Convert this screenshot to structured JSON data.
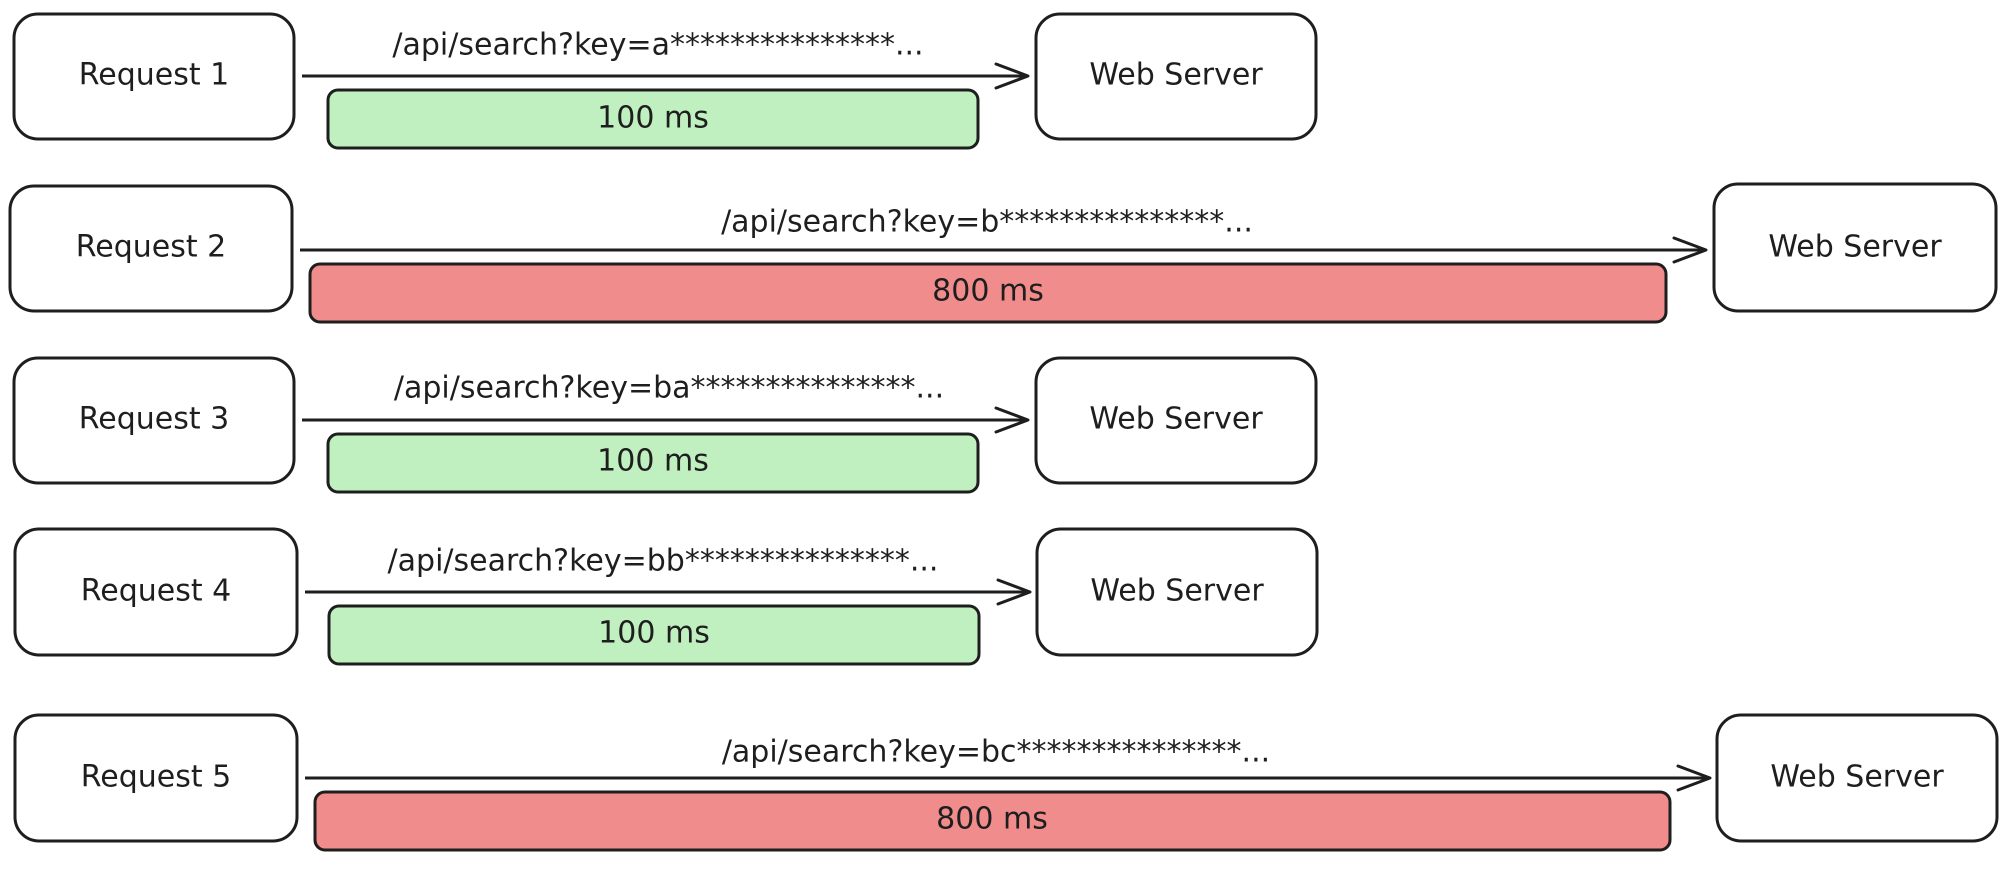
{
  "rows": [
    {
      "request_label": "Request 1",
      "url": "/api/search?key=a***************...",
      "duration": "100 ms",
      "duration_ms": 100,
      "server_label": "Web Server",
      "status_color": "#c0f0c0"
    },
    {
      "request_label": "Request 2",
      "url": "/api/search?key=b***************...",
      "duration": "800 ms",
      "duration_ms": 800,
      "server_label": "Web Server",
      "status_color": "#f08c8c"
    },
    {
      "request_label": "Request 3",
      "url": "/api/search?key=ba***************...",
      "duration": "100 ms",
      "duration_ms": 100,
      "server_label": "Web Server",
      "status_color": "#c0f0c0"
    },
    {
      "request_label": "Request 4",
      "url": "/api/search?key=bb***************...",
      "duration": "100 ms",
      "duration_ms": 100,
      "server_label": "Web Server",
      "status_color": "#c0f0c0"
    },
    {
      "request_label": "Request 5",
      "url": "/api/search?key=bc***************...",
      "duration": "800 ms",
      "duration_ms": 800,
      "server_label": "Web Server",
      "status_color": "#f08c8c"
    }
  ],
  "colors": {
    "stroke": "#1e1e1e",
    "fast": "#c0f0c0",
    "slow": "#f08c8c"
  }
}
